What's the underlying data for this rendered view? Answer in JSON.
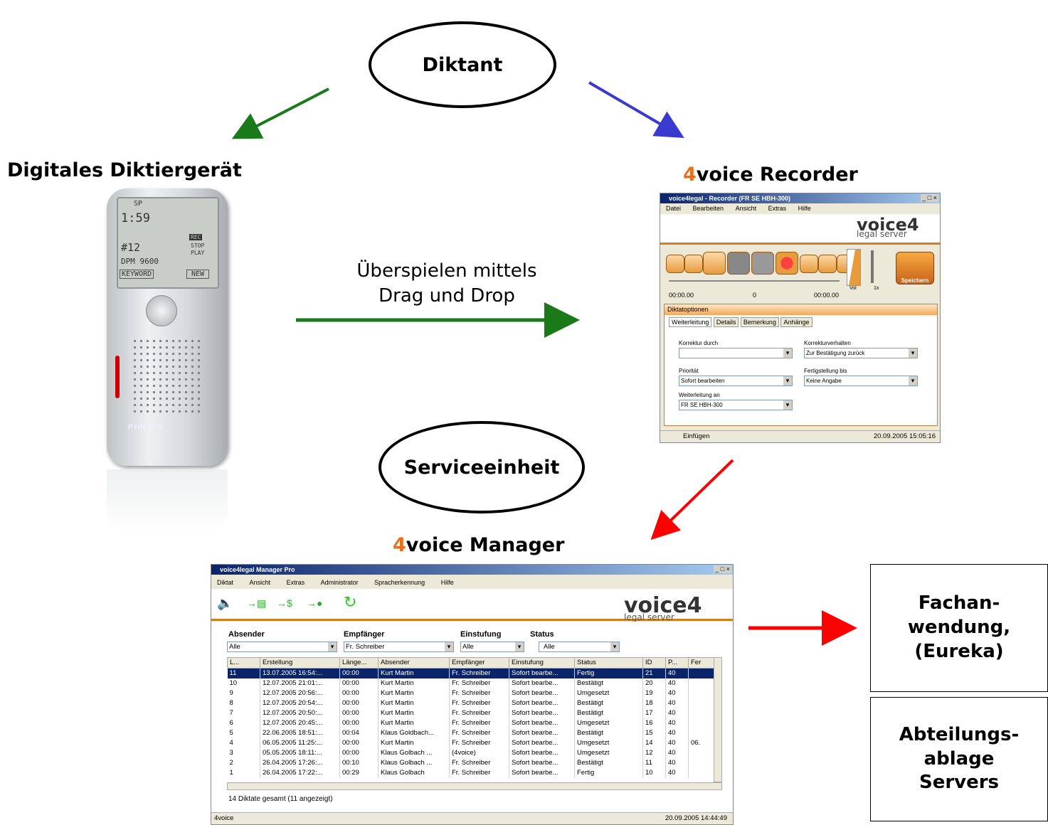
{
  "diktant": "Diktant",
  "serviceeinheit": "Serviceeinheit",
  "device_title": "Digitales Diktiergerät",
  "recorder_title": {
    "prefix": "4",
    "rest": "voice Recorder"
  },
  "manager_title": {
    "prefix": "4",
    "rest": "voice Manager"
  },
  "transfer_caption": {
    "line1": "Überspielen mittels",
    "line2": "Drag und Drop"
  },
  "boxes": [
    "Fachan-\nwendung,\n(Eureka)",
    "Abteilungs-\nablage\nServers"
  ],
  "device": {
    "screen": [
      "SP",
      "1:59",
      "#12",
      "DPM 9600",
      "KEYWORD",
      "NEW",
      "REC",
      "STOP",
      "PLAY"
    ],
    "brand": "PHILIPS"
  },
  "recorder_window": {
    "title": "voice4legal - Recorder (FR SE HBH-300)",
    "menu": [
      "Datei",
      "Bearbeiten",
      "Ansicht",
      "Extras",
      "Hilfe"
    ],
    "logo_main": "voice4",
    "logo_sub": "legal server",
    "times": [
      "00:00.00",
      "0",
      "00:00.00"
    ],
    "vol": "Vol",
    "speed": "1x",
    "save": "Speichern",
    "panel_title": "Diktatoptionen",
    "tabs": [
      "Weiterleitung",
      "Details",
      "Bemerkung",
      "Anhänge"
    ],
    "fields": [
      {
        "label": "Korrektur durch",
        "value": ""
      },
      {
        "label": "Korrekturverhalten",
        "value": "Zur Bestätigung zurück"
      },
      {
        "label": "Priorität",
        "value": "Sofort bearbeiten"
      },
      {
        "label": "Fertigstellung bis",
        "value": "Keine Angabe"
      },
      {
        "label": "Weiterleitung an",
        "value": "FR SE HBH-300"
      }
    ],
    "status_left": "Einfügen",
    "status_right": "20.09.2005 15:05:16"
  },
  "manager_window": {
    "title": "voice4legal Manager Pro",
    "menu": [
      "Diktat",
      "Ansicht",
      "Extras",
      "Administrator",
      "Spracherkennung",
      "Hilfe"
    ],
    "logo_main": "voice4",
    "logo_sub": "legal server",
    "filters": [
      {
        "label": "Absender",
        "value": "Alle"
      },
      {
        "label": "Empfänger",
        "value": "Fr. Schreiber"
      },
      {
        "label": "Einstufung",
        "value": "Alle"
      },
      {
        "label": "Status",
        "value": "Alle"
      }
    ],
    "columns": [
      "L...",
      "Erstellung",
      "Länge...",
      "Absender",
      "Empfänger",
      "Einstufung",
      "Status",
      "ID",
      "P...",
      "Fer"
    ],
    "rows": [
      [
        "11",
        "13.07.2005 16:54:...",
        "00:00",
        "Kurt Martin",
        "Fr. Schreiber",
        "Sofort bearbe...",
        "Fertig",
        "21",
        "40",
        ""
      ],
      [
        "10",
        "12.07.2005 21:01:...",
        "00:00",
        "Kurt Martin",
        "Fr. Schreiber",
        "Sofort bearbe...",
        "Bestätigt",
        "20",
        "40",
        ""
      ],
      [
        "9",
        "12.07.2005 20:56:...",
        "00:00",
        "Kurt Martin",
        "Fr. Schreiber",
        "Sofort bearbe...",
        "Umgesetzt",
        "19",
        "40",
        ""
      ],
      [
        "8",
        "12.07.2005 20:54:...",
        "00:00",
        "Kurt Martin",
        "Fr. Schreiber",
        "Sofort bearbe...",
        "Bestätigt",
        "18",
        "40",
        ""
      ],
      [
        "7",
        "12.07.2005 20:50:...",
        "00:00",
        "Kurt Martin",
        "Fr. Schreiber",
        "Sofort bearbe...",
        "Bestätigt",
        "17",
        "40",
        ""
      ],
      [
        "6",
        "12.07.2005 20:45:...",
        "00:00",
        "Kurt Martin",
        "Fr. Schreiber",
        "Sofort bearbe...",
        "Umgesetzt",
        "16",
        "40",
        ""
      ],
      [
        "5",
        "22.06.2005 18:51:...",
        "00:04",
        "Klaus Goldbach...",
        "Fr. Schreiber",
        "Sofort bearbe...",
        "Bestätigt",
        "15",
        "40",
        ""
      ],
      [
        "4",
        "06.05.2005 11:25:...",
        "00:00",
        "Kurt Martin",
        "Fr. Schreiber",
        "Sofort bearbe...",
        "Umgesetzt",
        "14",
        "40",
        "06."
      ],
      [
        "3",
        "05.05.2005 18:11:...",
        "00:00",
        "Klaus Golbach ...",
        "(4voice)",
        "Sofort bearbe...",
        "Umgesetzt",
        "12",
        "40",
        ""
      ],
      [
        "2",
        "26.04.2005 17:26:...",
        "00:10",
        "Klaus Golbach ...",
        "Fr. Schreiber",
        "Sofort bearbe...",
        "Bestätigt",
        "11",
        "40",
        ""
      ],
      [
        "1",
        "26.04.2005 17:22:...",
        "00:29",
        "Klaus Golbach",
        "Fr. Schreiber",
        "Sofort bearbe...",
        "Fertig",
        "10",
        "40",
        ""
      ]
    ],
    "summary": "14 Diktate gesamt (11 angezeigt)",
    "status_left": "4voice",
    "status_right": "20.09.2005 14:44:49"
  },
  "colors": {
    "orange": "#e8701a",
    "green_arrow": "#1a7a1a",
    "blue_arrow": "#3a3ad0",
    "red_arrow": "#ff0000"
  }
}
